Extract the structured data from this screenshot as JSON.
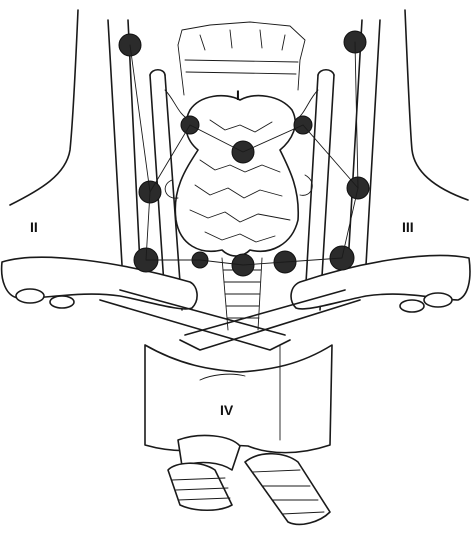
{
  "labels": {
    "region_1": "I",
    "region_2": "II",
    "region_3": "III",
    "region_4": "IV"
  },
  "colors": {
    "ink": "#1a1a1a",
    "lymph_node": "#2b2b2b",
    "background": "#ffffff"
  }
}
